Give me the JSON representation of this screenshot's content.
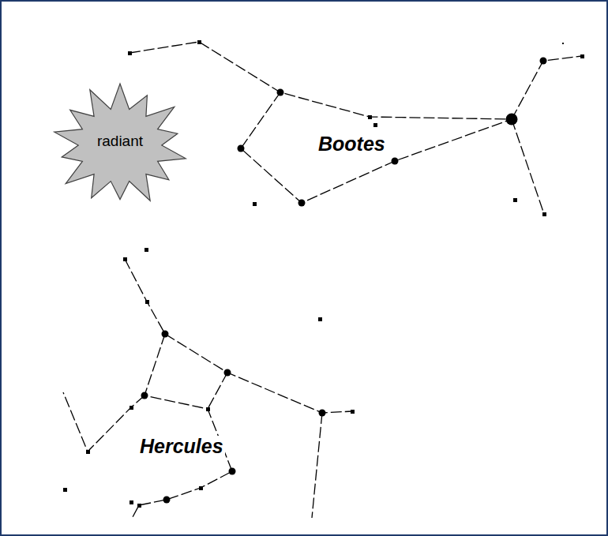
{
  "diagram": {
    "nodes": [
      {
        "text": [
          "radiant"
        ]
      }
    ],
    "labels": [
      "Bootes",
      "Hercules"
    ]
  }
}
